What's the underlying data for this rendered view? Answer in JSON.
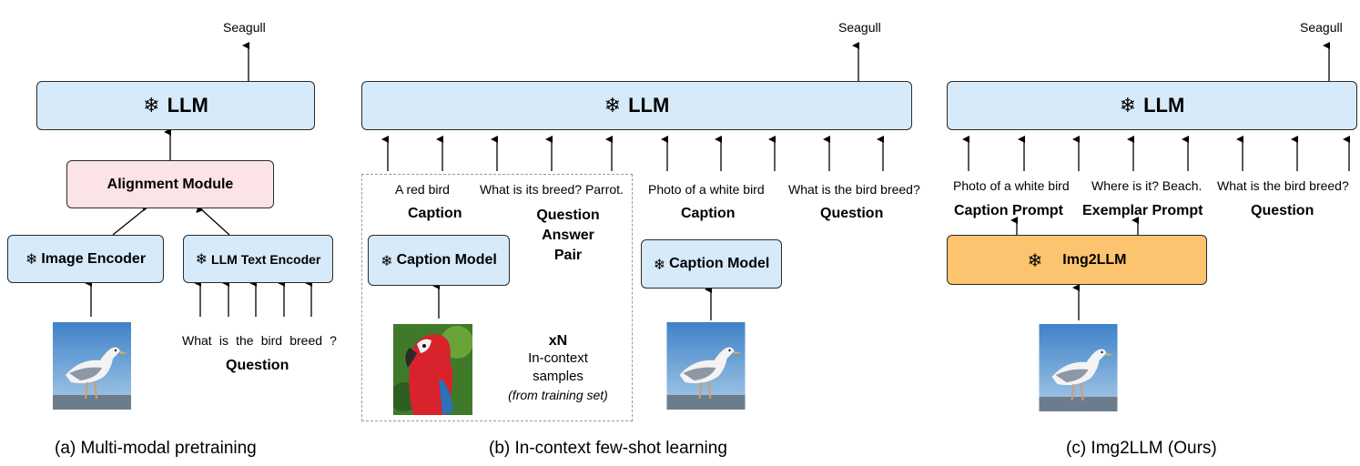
{
  "panel_a": {
    "output": "Seagull",
    "llm": "LLM",
    "alignment": "Alignment Module",
    "image_encoder": "Image Encoder",
    "text_encoder": "LLM Text Encoder",
    "question_words": [
      "What",
      "is",
      "the",
      "bird",
      "breed",
      "?"
    ],
    "question_label": "Question",
    "caption": "(a)  Multi-modal pretraining"
  },
  "panel_b": {
    "output": "Seagull",
    "llm": "LLM",
    "ctx_caption_text": "A red bird",
    "ctx_qa_text": "What is its breed? Parrot.",
    "ctx_caption_label": "Caption",
    "ctx_qa_label": "Question\nAnswer\nPair",
    "caption_model": "Caption Model",
    "xn": "xN",
    "samples_text": "In-context\nsamples",
    "samples_note": "(from training set)",
    "q_caption_text": "Photo of a white bird",
    "q_question_text": "What is the bird breed?",
    "q_caption_label": "Caption",
    "q_question_label": "Question",
    "caption_model_2": "Caption Model",
    "caption": "(b) In-context few-shot learning"
  },
  "panel_c": {
    "output": "Seagull",
    "llm": "LLM",
    "caption_text": "Photo of a white bird",
    "exemplar_text": "Where is it? Beach.",
    "question_text": "What is the bird breed?",
    "caption_prompt_label": "Caption Prompt",
    "exemplar_prompt_label": "Exemplar Prompt",
    "question_label": "Question",
    "img2llm": "Img2LLM",
    "caption": "(c) Img2LLM (Ours)"
  },
  "icons": {
    "frozen": "snowflake-icon"
  },
  "colors": {
    "llm_fill": "#d6eafa",
    "alignment_fill": "#fce3e6",
    "img2llm_fill": "#fcc46e"
  }
}
